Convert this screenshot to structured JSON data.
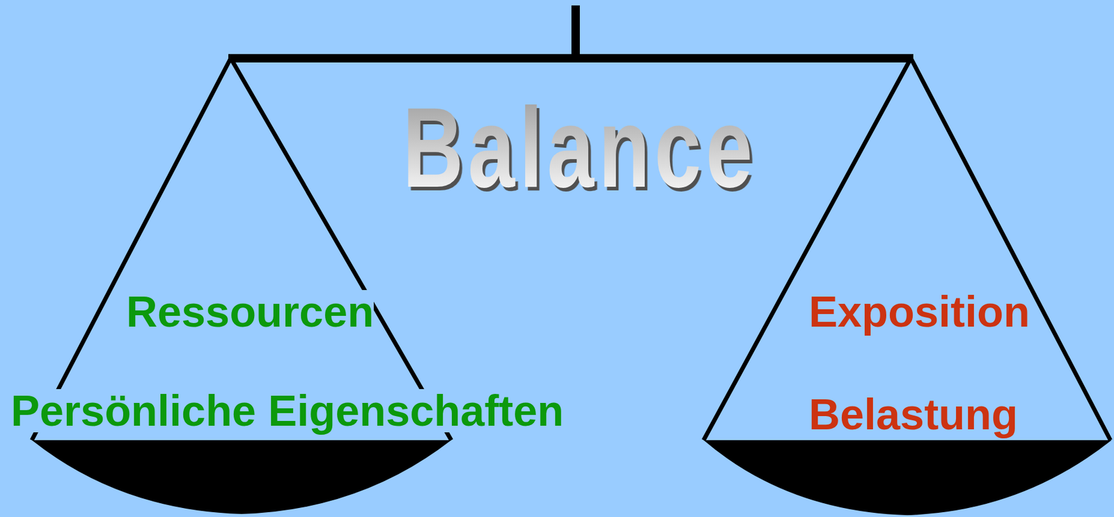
{
  "diagram": {
    "title": "Balance",
    "labels": [
      "Ressourcen",
      "Persönliche Eigenschaften",
      "Exposition",
      "Belastung"
    ]
  }
}
